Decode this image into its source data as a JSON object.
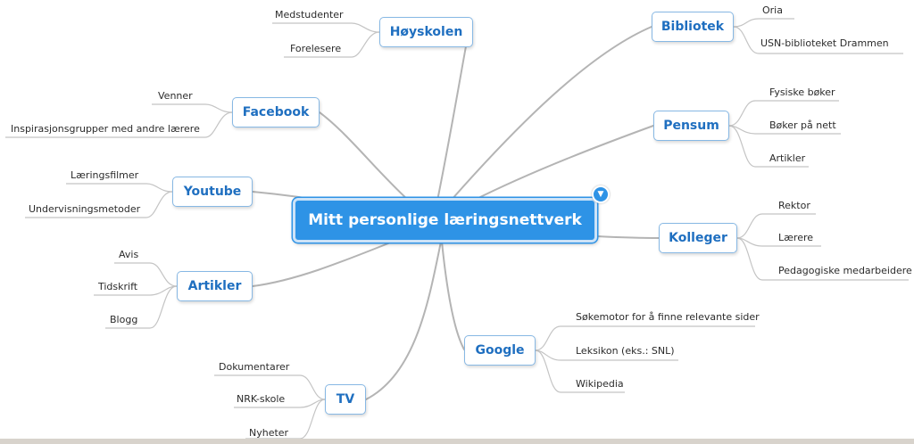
{
  "central": {
    "label": "Mitt personlige læringsnettverk",
    "collapse_icon": "▼"
  },
  "topics": {
    "hoyskolen": {
      "label": "Høyskolen",
      "children": [
        "Medstudenter",
        "Forelesere"
      ]
    },
    "facebook": {
      "label": "Facebook",
      "children": [
        "Venner",
        "Inspirasjonsgrupper med andre lærere"
      ]
    },
    "youtube": {
      "label": "Youtube",
      "children": [
        "Læringsfilmer",
        "Undervisningsmetoder"
      ]
    },
    "artikler": {
      "label": "Artikler",
      "children": [
        "Avis",
        "Tidskrift",
        "Blogg"
      ]
    },
    "tv": {
      "label": "TV",
      "children": [
        "Dokumentarer",
        "NRK-skole",
        "Nyheter"
      ]
    },
    "bibliotek": {
      "label": "Bibliotek",
      "children": [
        "Oria",
        "USN-biblioteket Drammen"
      ]
    },
    "pensum": {
      "label": "Pensum",
      "children": [
        "Fysiske bøker",
        "Bøker på nett",
        "Artikler"
      ]
    },
    "kolleger": {
      "label": "Kolleger",
      "children": [
        "Rektor",
        "Lærere",
        "Pedagogiske medarbeidere"
      ]
    },
    "google": {
      "label": "Google",
      "children": [
        "Søkemotor for å finne relevante sider",
        "Leksikon (eks.: SNL)",
        "Wikipedia"
      ]
    }
  }
}
